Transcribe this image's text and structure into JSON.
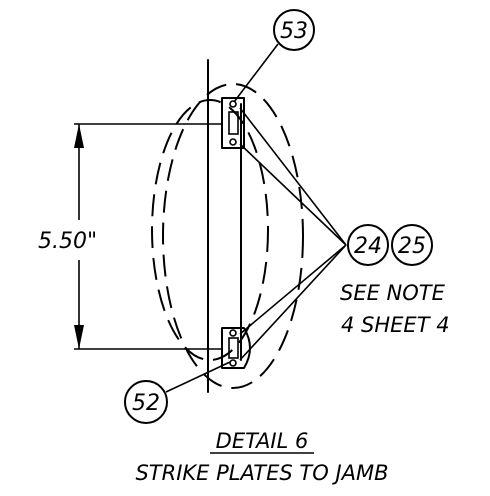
{
  "drawing": {
    "dimension_label": "5.50\"",
    "callouts": {
      "top": "53",
      "bottom": "52",
      "right_a": "24",
      "right_b": "25"
    },
    "note_line1": "SEE NOTE",
    "note_line2": "4 SHEET 4",
    "detail_title": "DETAIL 6",
    "detail_caption": "STRIKE PLATES TO JAMB"
  }
}
